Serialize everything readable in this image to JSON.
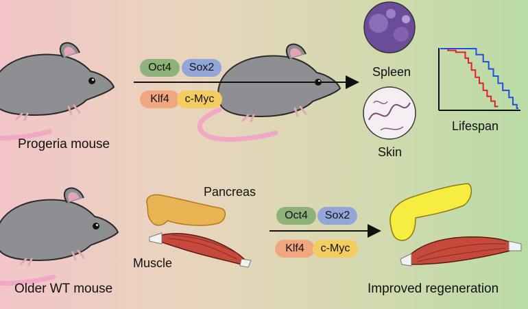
{
  "colors": {
    "oct4": "#8fb27a",
    "sox2": "#93a6d8",
    "klf4": "#f0a67e",
    "cmyc": "#f4cd61",
    "mouse": "#8e8f92",
    "tail": "#f1a8c4",
    "pancreas_old": "#e8b454",
    "pancreas_new": "#f7ec40",
    "muscle": "#c64a3c",
    "control_curve": "#e02020",
    "treated_curve": "#1f4fe0"
  },
  "top_row": {
    "source_label": "Progeria mouse",
    "factors": [
      "Oct4",
      "Sox2",
      "Klf4",
      "c-Myc"
    ],
    "tissue_labels": [
      "Spleen",
      "Skin"
    ],
    "lifespan_label": "Lifespan"
  },
  "bottom_row": {
    "source_label": "Older WT mouse",
    "organ_labels": [
      "Pancreas",
      "Muscle"
    ],
    "factors": [
      "Oct4",
      "Sox2",
      "Klf4",
      "c-Myc"
    ],
    "result_label": "Improved regeneration"
  },
  "chart_data": {
    "type": "line",
    "series": [
      {
        "x": [
          0,
          1,
          1,
          2,
          2,
          3.2,
          3.2,
          3.6,
          3.6,
          4,
          4,
          4.5,
          4.5,
          5,
          5,
          5.5,
          5.5,
          6,
          6,
          6.5,
          6.5,
          7,
          7,
          7.4
        ],
        "y": [
          1,
          1,
          0.97,
          0.97,
          0.94,
          0.94,
          0.84,
          0.84,
          0.76,
          0.76,
          0.64,
          0.64,
          0.52,
          0.52,
          0.42,
          0.42,
          0.3,
          0.3,
          0.2,
          0.2,
          0.12,
          0.12,
          0.03,
          0.03
        ]
      },
      {
        "x": [
          0,
          4.6,
          4.6,
          5.5,
          5.5,
          6.2,
          6.2,
          6.8,
          6.8,
          7.4,
          7.4,
          8,
          8,
          8.8,
          8.8,
          9.3,
          9.3,
          9.8,
          9.8,
          10
        ],
        "y": [
          1,
          1,
          0.9,
          0.9,
          0.78,
          0.78,
          0.66,
          0.66,
          0.54,
          0.54,
          0.42,
          0.42,
          0.3,
          0.3,
          0.18,
          0.18,
          0.06,
          0.06,
          0.0,
          0.0
        ]
      }
    ],
    "xlim": [
      0,
      10
    ],
    "ylim": [
      0,
      1
    ]
  }
}
